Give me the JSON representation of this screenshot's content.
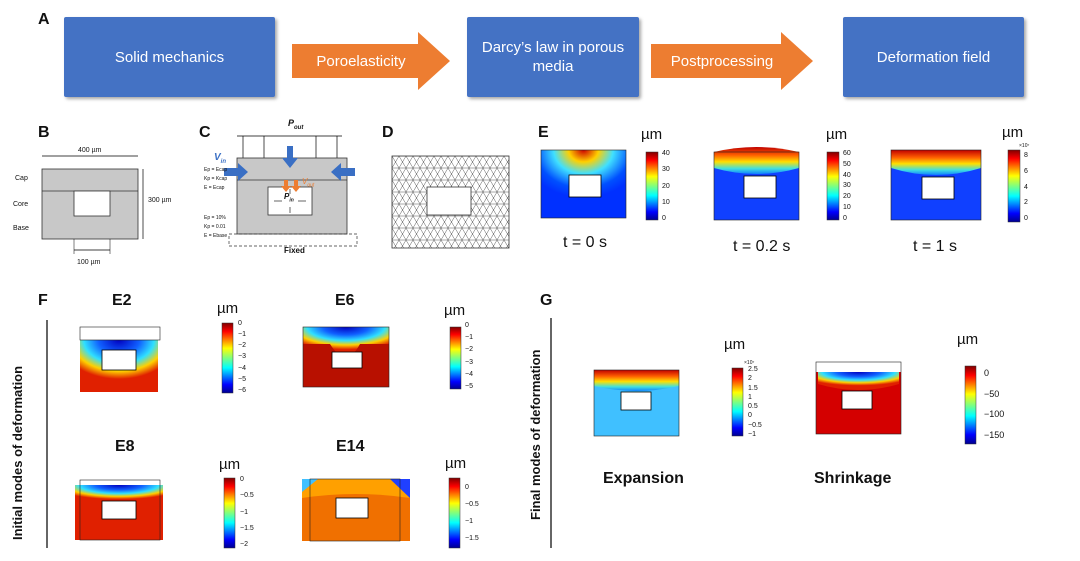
{
  "panels": {
    "A": "A",
    "B": "B",
    "C": "C",
    "D": "D",
    "E": "E",
    "F": "F",
    "G": "G"
  },
  "flow": {
    "boxes": [
      "Solid mechanics",
      "Darcy’s law in porous media",
      "Deformation field"
    ],
    "arrows": [
      "Poroelasticity",
      "Postprocessing"
    ]
  },
  "geometry_b": {
    "width_label": "400 µm",
    "height_label": "300 µm",
    "core_label": "100 µm",
    "layers": [
      "Cap",
      "Core",
      "Base"
    ]
  },
  "boundary_c": {
    "p_out": "P",
    "p_out_sub": "out",
    "v_in": "V",
    "v_in_sub": "in",
    "v_out": "V",
    "v_out_sub": "out",
    "p_in": "P",
    "p_in_sub": "in",
    "cap_props": [
      "Ep = Ecap",
      "Kp = Kcap",
      "E = Ecap"
    ],
    "base_props": [
      "Ep = 10%",
      "Kp = 0.01",
      "E = Ebase"
    ],
    "fixed": "Fixed"
  },
  "time_series": {
    "unit": "µm",
    "items": [
      {
        "label": "t = 0 s",
        "ticks": [
          "40",
          "30",
          "20",
          "10",
          "0"
        ]
      },
      {
        "label": "t = 0.2 s",
        "ticks": [
          "60",
          "50",
          "40",
          "30",
          "20",
          "10",
          "0"
        ]
      },
      {
        "label": "t = 1 s",
        "exp": "×10⁷",
        "ticks": [
          "8",
          "6",
          "4",
          "2",
          "0"
        ]
      }
    ]
  },
  "initial_modes": {
    "axis_label": "Initial modes of deformation",
    "unit": "µm",
    "items": [
      {
        "title": "E2",
        "ticks": [
          "0",
          "−1",
          "−2",
          "−3",
          "−4",
          "−5",
          "−6"
        ]
      },
      {
        "title": "E6",
        "ticks": [
          "0",
          "−1",
          "−2",
          "−3",
          "−4",
          "−5"
        ]
      },
      {
        "title": "E8",
        "ticks": [
          "0",
          "−0.5",
          "−1",
          "−1.5",
          "−2"
        ]
      },
      {
        "title": "E14",
        "ticks": [
          "0",
          "−0.5",
          "−1",
          "−1.5"
        ]
      }
    ]
  },
  "final_modes": {
    "axis_label": "Final modes of deformation",
    "unit": "µm",
    "items": [
      {
        "title": "Expansion",
        "exp": "×10⁷",
        "ticks": [
          "2.5",
          "2",
          "1.5",
          "1",
          "0.5",
          "0",
          "−0.5",
          "−1"
        ]
      },
      {
        "title": "Shrinkage",
        "ticks": [
          "0",
          "−50",
          "−100",
          "−150"
        ]
      }
    ]
  },
  "colors": {
    "flow_box": "#4472c4",
    "flow_arrow": "#ed7d31",
    "gray_block": "#c8c8c8"
  }
}
